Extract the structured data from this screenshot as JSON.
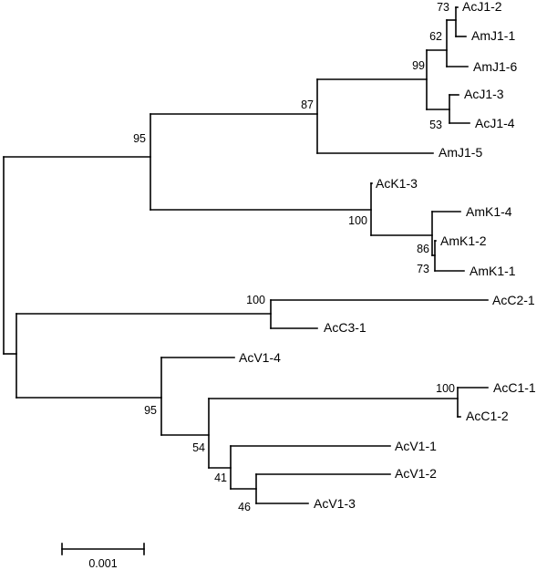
{
  "tree": {
    "scale_bar_label": "0.001",
    "leaves": [
      {
        "id": "acj1_2",
        "label": "AcJ1-2"
      },
      {
        "id": "amj1_1",
        "label": "AmJ1-1"
      },
      {
        "id": "amj1_6",
        "label": "AmJ1-6"
      },
      {
        "id": "acj1_3",
        "label": "AcJ1-3"
      },
      {
        "id": "acj1_4",
        "label": "AcJ1-4"
      },
      {
        "id": "amj1_5",
        "label": "AmJ1-5"
      },
      {
        "id": "ack1_3",
        "label": "AcK1-3"
      },
      {
        "id": "amk1_4",
        "label": "AmK1-4"
      },
      {
        "id": "amk1_2",
        "label": "AmK1-2"
      },
      {
        "id": "amk1_1",
        "label": "AmK1-1"
      },
      {
        "id": "acc2_1",
        "label": "AcC2-1"
      },
      {
        "id": "acc3_1",
        "label": "AcC3-1"
      },
      {
        "id": "acv1_4",
        "label": "AcV1-4"
      },
      {
        "id": "acc1_1",
        "label": "AcC1-1"
      },
      {
        "id": "acc1_2",
        "label": "AcC1-2"
      },
      {
        "id": "acv1_1",
        "label": "AcV1-1"
      },
      {
        "id": "acv1_2",
        "label": "AcV1-2"
      },
      {
        "id": "acv1_3",
        "label": "AcV1-3"
      }
    ],
    "bootstrap": [
      {
        "node": "n_acj1_2_amj1_1",
        "value": "73"
      },
      {
        "node": "n_j_top3",
        "value": "62"
      },
      {
        "node": "n_acj1_3_4",
        "value": "53"
      },
      {
        "node": "n_j_core",
        "value": "99"
      },
      {
        "node": "n_j_clade",
        "value": "87"
      },
      {
        "node": "n_jk",
        "value": "95"
      },
      {
        "node": "n_amk1_2_1",
        "value": "73"
      },
      {
        "node": "n_amk",
        "value": "86"
      },
      {
        "node": "n_k_clade",
        "value": "100"
      },
      {
        "node": "n_c2c3",
        "value": "100"
      },
      {
        "node": "n_c1",
        "value": "100"
      },
      {
        "node": "n_acv1_2_3",
        "value": "46"
      },
      {
        "node": "n_v_sub",
        "value": "41"
      },
      {
        "node": "n_cv",
        "value": "54"
      },
      {
        "node": "n_v_clade",
        "value": "95"
      }
    ]
  }
}
